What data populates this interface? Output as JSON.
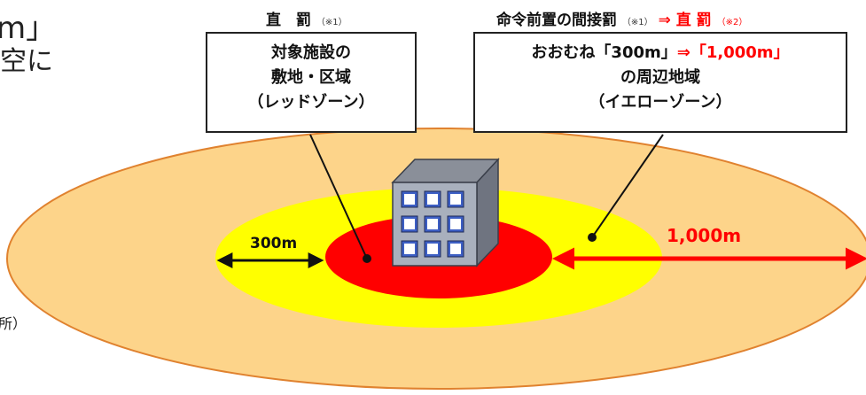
{
  "left_fragments": {
    "line1": "m」",
    "line2": "空に",
    "line3": "所）"
  },
  "header_left": {
    "title": "直　罰",
    "note": "（※1）"
  },
  "header_right": {
    "title": "命令前置の間接罰",
    "note1": "（※1）",
    "arrow": "⇒",
    "title2": "直 罰",
    "note2": "（※2）"
  },
  "box_left": {
    "lines": [
      "対象施設の",
      "敷地・区域",
      "（レッドゾーン）"
    ]
  },
  "box_right": {
    "line1_prefix": "おおむね「300m」",
    "line1_arrow": "⇒",
    "line1_red": "「1,000m」",
    "line2": "の周辺地域",
    "line3": "（イエローゾーン）"
  },
  "dims": {
    "inner_label": "300m",
    "outer_label": "1,000m"
  },
  "colors": {
    "outer_zone": "#fdd48a",
    "yellow_zone": "#ffff00",
    "red_zone": "#ff0000",
    "accent_red": "#ff0000",
    "outline": "#e0822f"
  }
}
